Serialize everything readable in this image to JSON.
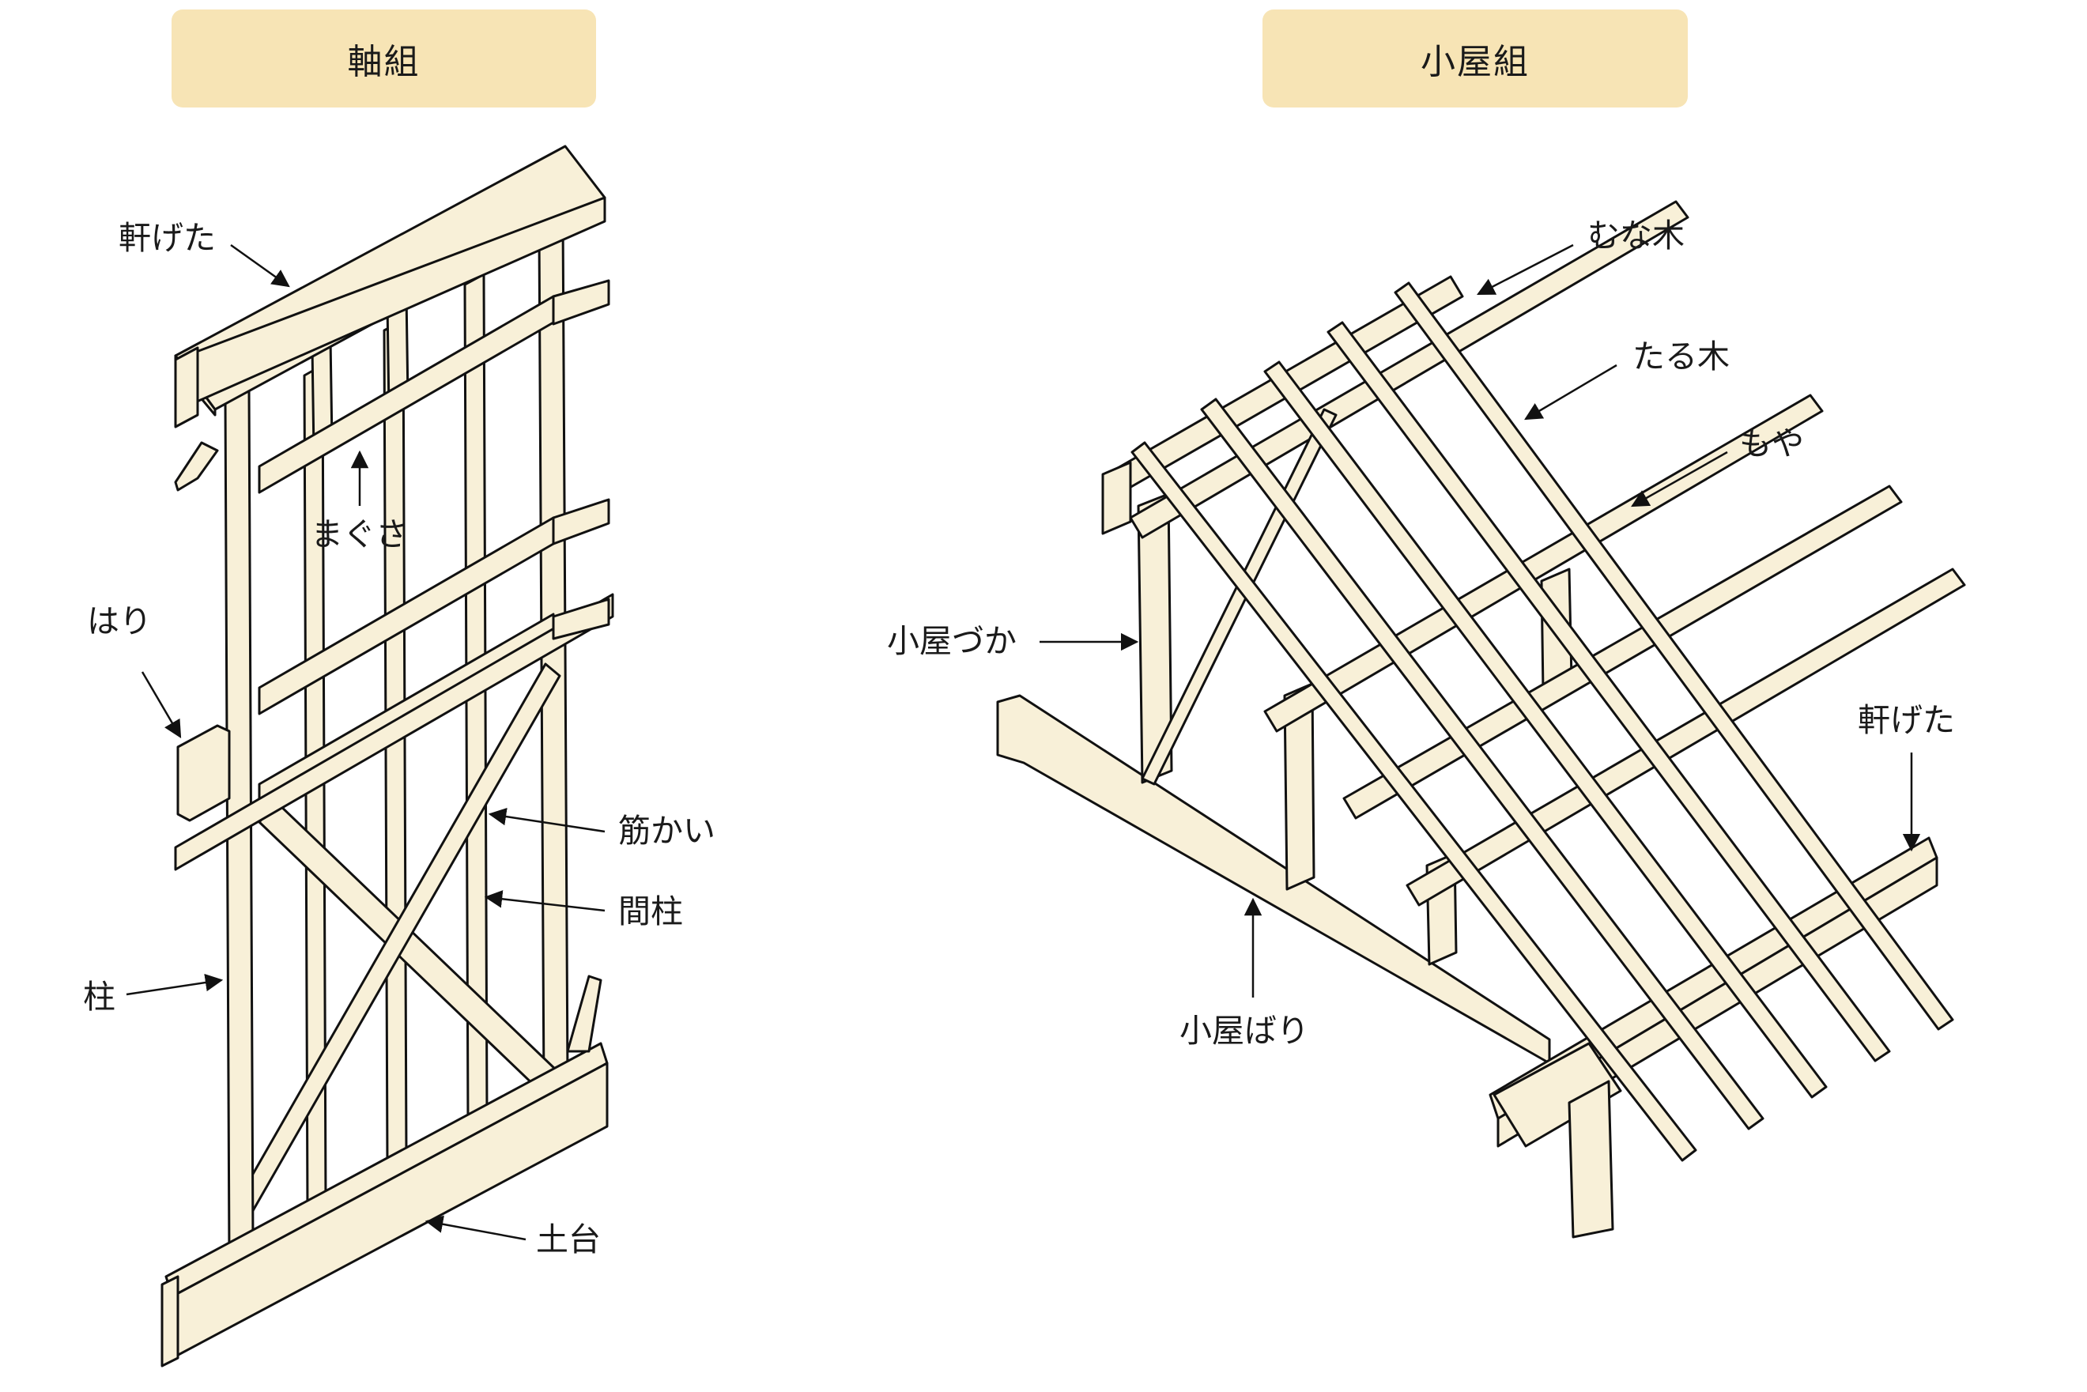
{
  "colors": {
    "header_fill": "#f7e4b5",
    "wood_fill": "#f8f0d8",
    "ink": "#111111"
  },
  "headers": {
    "left": "軸組",
    "right": "小屋組"
  },
  "labels_left": {
    "nokigeta": "軒げた",
    "magusa": "まぐさ",
    "hari": "はり",
    "sujikai": "筋かい",
    "mabashira": "間柱",
    "hashira": "柱",
    "dodai": "土台"
  },
  "labels_right": {
    "munagi": "むな木",
    "taruki": "たる木",
    "moya": "もや",
    "koyazuka": "小屋づか",
    "nokigeta": "軒げた",
    "koyabari": "小屋ばり"
  }
}
